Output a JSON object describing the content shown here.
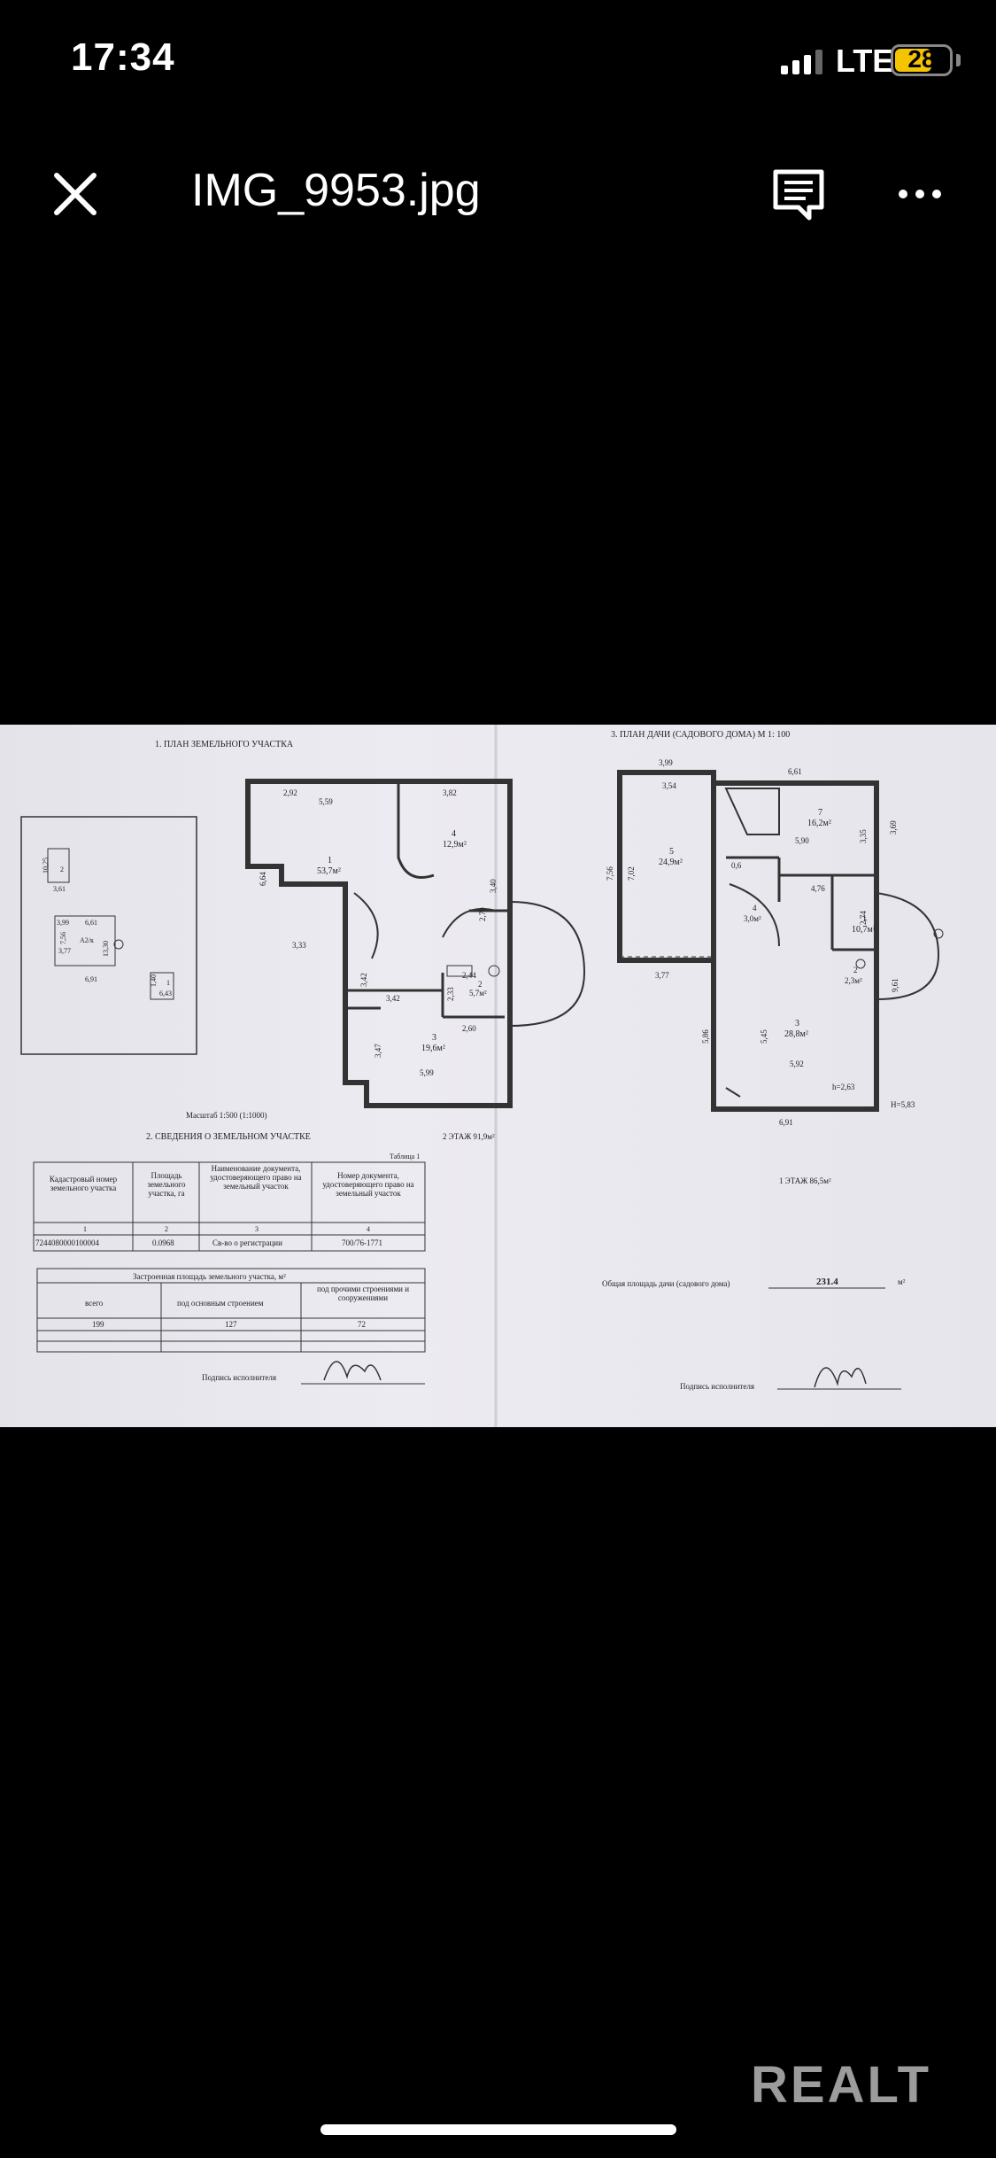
{
  "status_bar": {
    "time": "17:34",
    "network": "LTE",
    "battery": "28",
    "battery_level": 0.28,
    "battery_color": "#f5c400"
  },
  "header": {
    "title": "IMG_9953.jpg",
    "close_icon": "close-icon",
    "comment_icon": "comment-icon",
    "more_icon": "more-icon"
  },
  "document": {
    "left_title": "1. ПЛАН ЗЕМЕЛЬНОГО УЧАСТКА",
    "right_title": "3. ПЛАН ДАЧИ (САДОВОГО ДОМА) М 1: 100",
    "scale": "Масштаб 1:500 (1:1000)",
    "section2": "2. СВЕДЕНИЯ О ЗЕМЕЛЬНОМ УЧАСТКЕ",
    "floor2": "2 ЭТАЖ 91,9м²",
    "floor1": "1 ЭТАЖ 86,5м²",
    "table1_caption": "Таблица 1",
    "table1_headers": [
      "Кадастровый номер земельного участка",
      "Площадь земельного участка, га",
      "Наименование документа, удостоверяющего право на земельный участок",
      "Номер документа, удостоверяющего право на земельный участок"
    ],
    "table1_nums": [
      "1",
      "2",
      "3",
      "4"
    ],
    "table1_row": [
      "7244080000100004",
      "0.0968",
      "Св-во о регистрации",
      "700/76-1771"
    ],
    "table2_title": "Застроенная площадь земельного участка, м²",
    "table2_headers": [
      "всего",
      "под основным строением",
      "под прочими строениями и сооружениями"
    ],
    "table2_row": [
      "199",
      "127",
      "72"
    ],
    "signature_label": "Подпись исполнителя",
    "total_area_label": "Общая площадь дачи (садового дома)",
    "total_area_value": "231.4",
    "total_area_unit": "м²",
    "height_note": "H=5,83",
    "height_note2": "h=2,63",
    "site_labels": [
      "10,25",
      "2",
      "3,61",
      "3,99",
      "6,61",
      "7,56",
      "3,77",
      "А2/к",
      "13,30",
      "6,91",
      "1,40",
      "1",
      "6,43"
    ],
    "floor2_rooms": [
      {
        "num": "1",
        "area": "53,7м²"
      },
      {
        "num": "2",
        "area": "5,7м²"
      },
      {
        "num": "3",
        "area": "19,6м²"
      },
      {
        "num": "4",
        "area": "12,9м²"
      }
    ],
    "floor2_dims": [
      "2,92",
      "5,59",
      "3,82",
      "6,64",
      "3,40",
      "2,70",
      "3,33",
      "3,42",
      "3,42",
      "2,44",
      "2,33",
      "2,60",
      "3,47",
      "5,99"
    ],
    "floor1_rooms": [
      {
        "num": "1",
        "area": "10,7м²"
      },
      {
        "num": "2",
        "area": "2,3м²"
      },
      {
        "num": "3",
        "area": "28,8м²"
      },
      {
        "num": "4",
        "area": "3,0м²"
      },
      {
        "num": "5",
        "area": "24,9м²"
      },
      {
        "num": "7",
        "area": "16,2м²"
      }
    ],
    "floor1_dims": [
      "3,99",
      "6,61",
      "3,54",
      "7,56",
      "7,02",
      "5,90",
      "3,35",
      "3,69",
      "0,6",
      "4,76",
      "2,74",
      "3,77",
      "9,61",
      "5,86",
      "5,45",
      "5,92",
      "6,91"
    ]
  },
  "watermark": "REALT"
}
